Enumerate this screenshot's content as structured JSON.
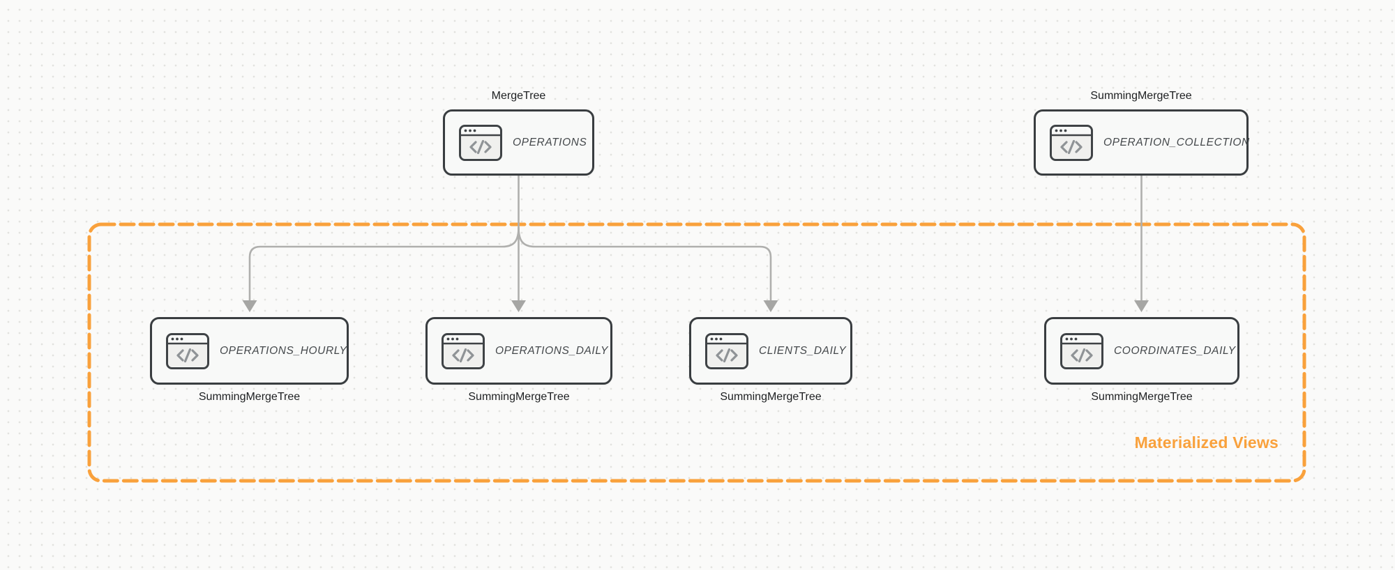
{
  "diagram": {
    "group_label": "Materialized Views",
    "nodes": {
      "operations": {
        "table": "OPERATIONS",
        "engine": "MergeTree"
      },
      "operation_collection": {
        "table": "OPERATION_COLLECTION",
        "engine": "SummingMergeTree"
      },
      "operations_hourly": {
        "table": "OPERATIONS_HOURLY",
        "engine": "SummingMergeTree"
      },
      "operations_daily": {
        "table": "OPERATIONS_DAILY",
        "engine": "SummingMergeTree"
      },
      "clients_daily": {
        "table": "CLIENTS_DAILY",
        "engine": "SummingMergeTree"
      },
      "coordinates_daily": {
        "table": "COORDINATES_DAILY",
        "engine": "SummingMergeTree"
      }
    },
    "edges": [
      {
        "from": "OPERATIONS",
        "to": "OPERATIONS_HOURLY"
      },
      {
        "from": "OPERATIONS",
        "to": "OPERATIONS_DAILY"
      },
      {
        "from": "OPERATIONS",
        "to": "CLIENTS_DAILY"
      },
      {
        "from": "OPERATION_COLLECTION",
        "to": "COORDINATES_DAILY"
      }
    ],
    "icons": {
      "node_icon": "code-window-icon"
    },
    "colors": {
      "background": "#FAFAF9",
      "dot_grid": "#E2E2DF",
      "accent_orange": "#F9A13C",
      "node_border": "#393D40",
      "node_fill": "#F8F9F8",
      "node_text": "#44484B",
      "engine_text": "#1D1F21",
      "arrow_gray": "#AFAFAD"
    }
  }
}
